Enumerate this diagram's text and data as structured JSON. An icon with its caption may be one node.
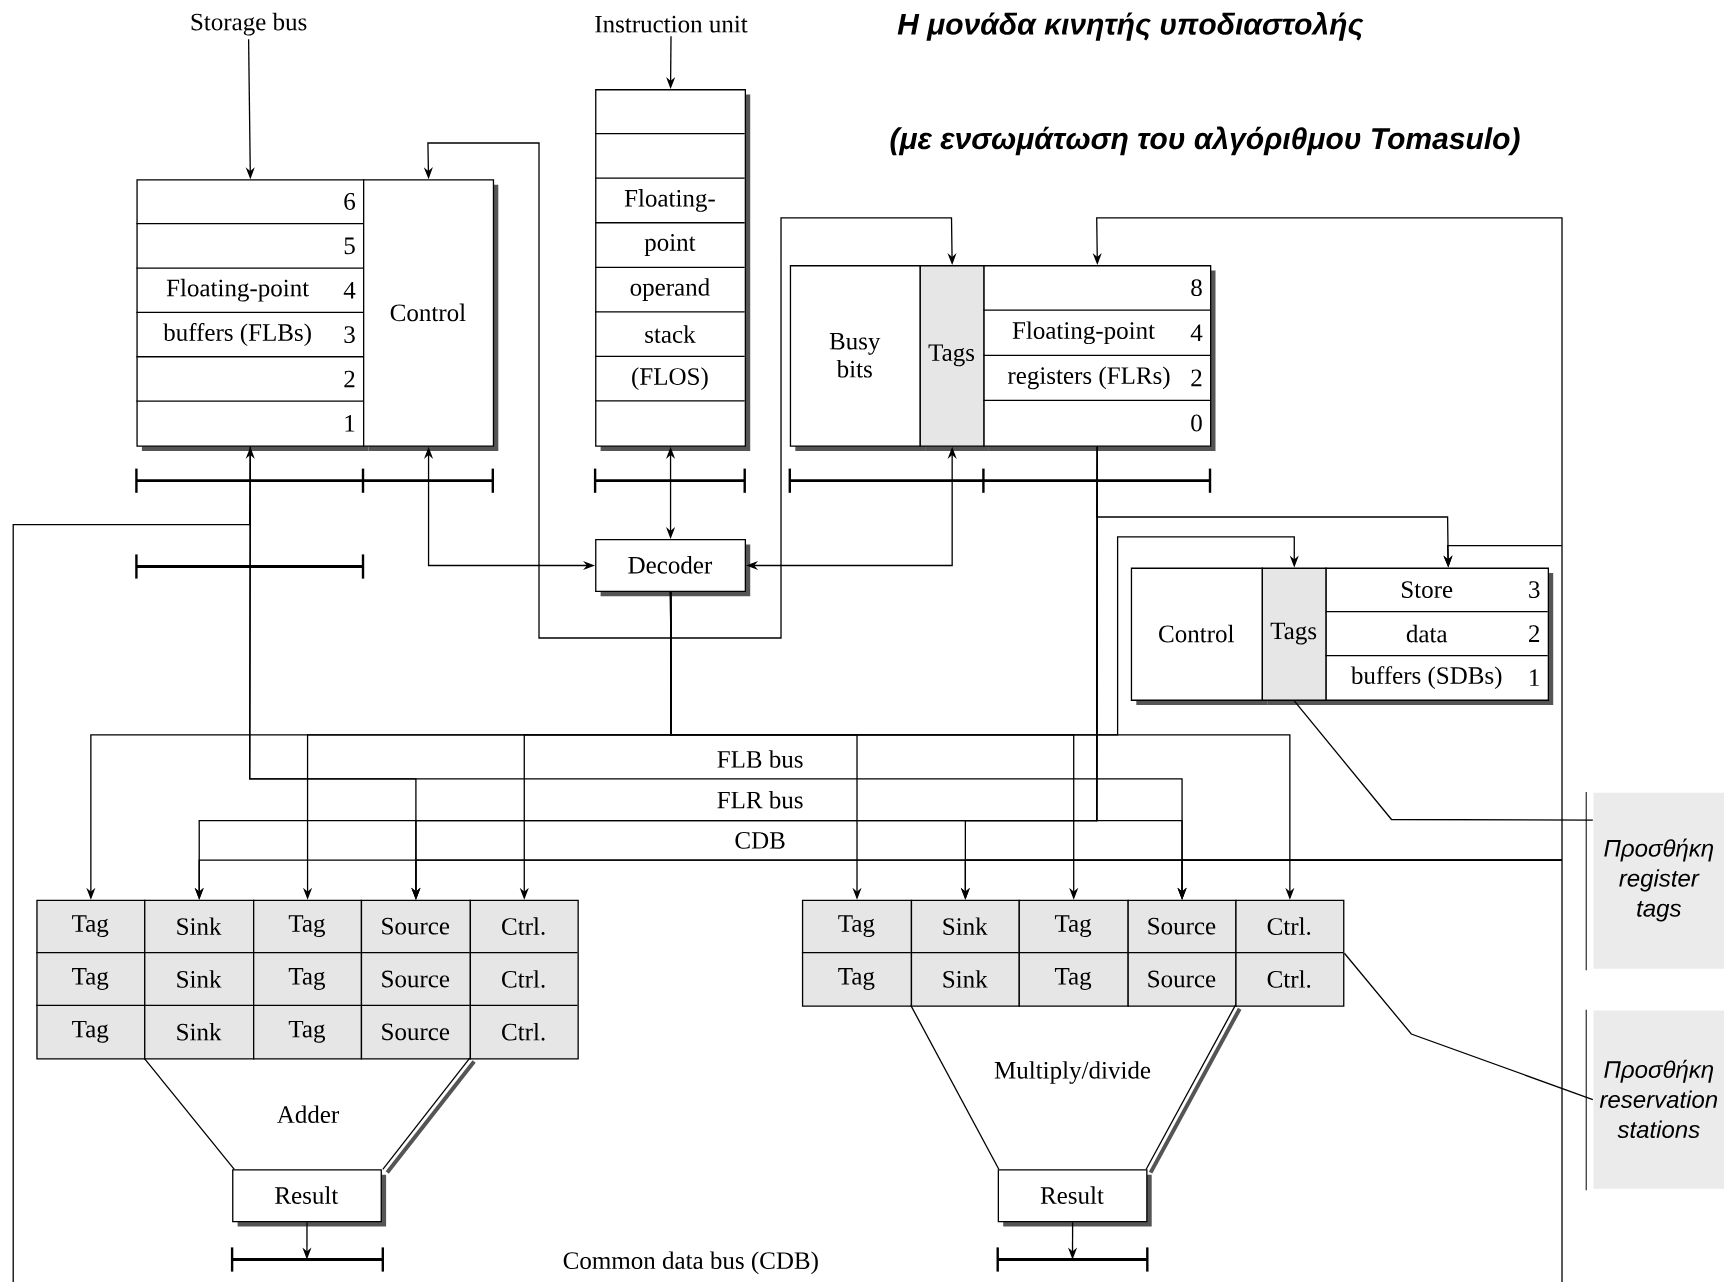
{
  "diagram": {
    "title": "Η μονάδα κινητής υποδιαστολής",
    "nodes": [
      {
        "text": [
          "Storage bus"
        ]
      },
      {
        "text": [
          "Instruction unit"
        ]
      },
      {
        "text": [
          "6",
          "5",
          "Floating-point",
          "4",
          "buffers (FLBs)",
          "3",
          "2",
          "1"
        ]
      },
      {
        "text": [
          "Control"
        ]
      },
      {
        "text": [
          "Floating-",
          "point",
          "operand",
          "stack",
          "(FLOS)"
        ]
      },
      {
        "text": [
          "Busy bits"
        ]
      },
      {
        "text": [
          "Tags"
        ]
      },
      {
        "text": [
          "8",
          "Floating-point",
          "4",
          "registers (FLRs)",
          "2",
          "0"
        ]
      },
      {
        "text": [
          "Decoder"
        ]
      },
      {
        "text": [
          "Control"
        ]
      },
      {
        "text": [
          "Tags"
        ]
      },
      {
        "text": [
          "Store",
          "3",
          "data",
          "2",
          "buffers (SDBs)",
          "1"
        ]
      },
      {
        "text": [
          "Tag",
          "Tag",
          "Tag"
        ]
      },
      {
        "text": [
          "Sink",
          "Sink",
          "Sink"
        ]
      },
      {
        "text": [
          "Tag",
          "Tag",
          "Tag"
        ]
      },
      {
        "text": [
          "Source",
          "Source",
          "Source"
        ]
      },
      {
        "text": [
          "Ctrl.",
          "Ctrl.",
          "Ctrl."
        ]
      },
      {
        "text": [
          "Adder"
        ]
      },
      {
        "text": [
          "Result"
        ]
      },
      {
        "text": [
          "Tag",
          "Tag"
        ]
      },
      {
        "text": [
          "Sink",
          "Sink"
        ]
      },
      {
        "text": [
          "Tag",
          "Tag"
        ]
      },
      {
        "text": [
          "Source",
          "Source"
        ]
      },
      {
        "text": [
          "Ctrl.",
          "Ctrl."
        ]
      },
      {
        "text": [
          "Multiply/divide"
        ]
      },
      {
        "text": [
          "Result"
        ]
      },
      {
        "text": [
          "Προσθήκη register tags"
        ]
      },
      {
        "text": [
          "Προσθήκη reservation stations"
        ]
      }
    ],
    "edges": [
      {
        "from": 0,
        "to": 2,
        "arrow": "to"
      },
      {
        "from": 1,
        "to": 4,
        "arrow": "to"
      },
      {
        "from": 4,
        "to": 8,
        "arrow": "both"
      },
      {
        "from": 3,
        "to": 8,
        "arrow": "both"
      },
      {
        "from": 6,
        "to": 8,
        "arrow": "both"
      },
      {
        "from": 8,
        "to": 3,
        "arrow": "to"
      },
      {
        "from": 8,
        "to": 6,
        "arrow": "to"
      },
      {
        "from": 8,
        "to": 12,
        "arrow": "to"
      },
      {
        "from": 8,
        "to": 14,
        "arrow": "to"
      },
      {
        "from": 8,
        "to": 16,
        "arrow": "to"
      },
      {
        "from": 8,
        "to": 19,
        "arrow": "to"
      },
      {
        "from": 8,
        "to": 21,
        "arrow": "to"
      },
      {
        "from": 8,
        "to": 23,
        "arrow": "to"
      },
      {
        "from": 8,
        "to": 10,
        "arrow": "to"
      },
      {
        "from": 2,
        "to": 15,
        "arrow": "to"
      },
      {
        "from": 2,
        "to": 22,
        "arrow": "to"
      },
      {
        "from": null,
        "to": 2,
        "arrow": "to"
      },
      {
        "from": 7,
        "to": 13,
        "arrow": "to"
      },
      {
        "from": 7,
        "to": 15,
        "arrow": "to"
      },
      {
        "from": 7,
        "to": 20,
        "arrow": "to"
      },
      {
        "from": 7,
        "to": 22,
        "arrow": "to"
      },
      {
        "from": 7,
        "to": 11,
        "arrow": "to"
      },
      {
        "from": null,
        "to": 7,
        "arrow": "to"
      },
      {
        "from": null,
        "to": 11,
        "arrow": "to"
      },
      {
        "from": null,
        "to": 13,
        "arrow": "to"
      },
      {
        "from": null,
        "to": 15,
        "arrow": "to"
      },
      {
        "from": null,
        "to": 20,
        "arrow": "to"
      },
      {
        "from": null,
        "to": 22,
        "arrow": "to"
      },
      {
        "from": 18,
        "to": null,
        "arrow": "to"
      },
      {
        "from": 25,
        "to": null,
        "arrow": "to"
      },
      {
        "from": 26,
        "to": 10,
        "arrow": "none"
      },
      {
        "from": 27,
        "to": 23,
        "arrow": "none"
      }
    ],
    "labels": [
      "(με ενσωμάτωση του αλγόριθμου Tomasulo)",
      "FLB bus",
      "FLR bus",
      "CDB",
      "Common data bus (CDB)"
    ]
  }
}
